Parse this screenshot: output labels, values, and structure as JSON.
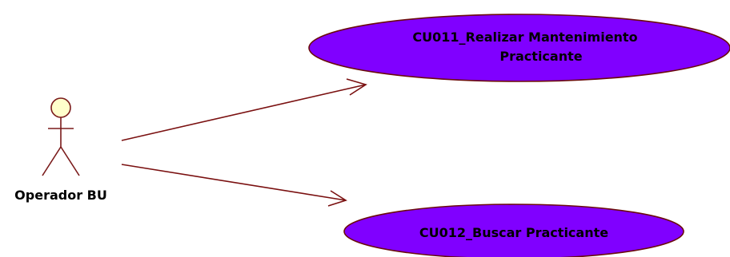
{
  "actor": {
    "name": "Operador BU",
    "icon": "stick-figure-icon"
  },
  "use_cases": [
    {
      "id": "uc1",
      "lines": [
        "CU011_Realizar Mantenimiento",
        "Practicante"
      ]
    },
    {
      "id": "uc2",
      "lines": [
        "CU012_Buscar Practicante"
      ]
    }
  ],
  "associations": [
    {
      "from": "Operador BU",
      "to": "uc1",
      "style": "open-arrow"
    },
    {
      "from": "Operador BU",
      "to": "uc2",
      "style": "open-arrow"
    }
  ],
  "colors": {
    "use_case_fill": "#8000ff",
    "use_case_stroke": "#6b0b0b",
    "use_case_text": "#000000",
    "actor_head_fill": "#ffffcc",
    "actor_stroke": "#7a1a1a",
    "association_line": "#7a1010",
    "actor_text": "#000000"
  }
}
